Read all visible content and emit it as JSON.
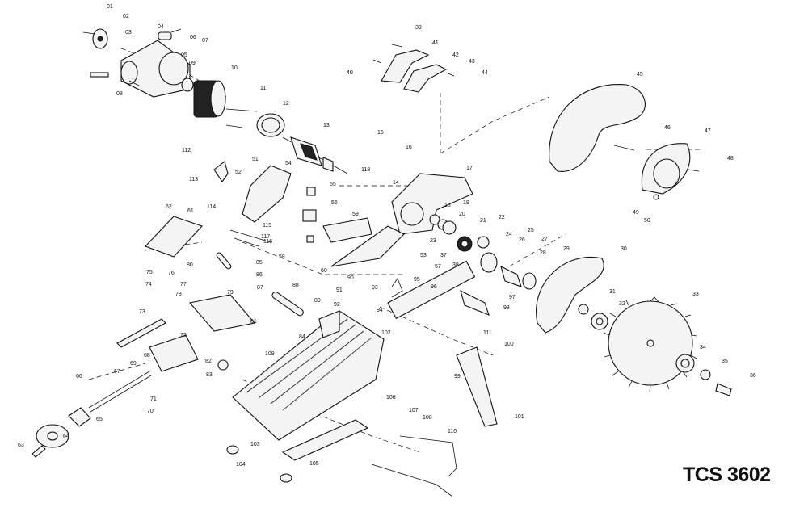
{
  "model_title": "TCS 3602",
  "part_numbers": [
    "01",
    "02",
    "03",
    "04",
    "05",
    "06",
    "07",
    "08",
    "09",
    "10",
    "11",
    "12",
    "13",
    "14",
    "15",
    "16",
    "17",
    "18",
    "19",
    "20",
    "21",
    "22",
    "23",
    "24",
    "25",
    "26",
    "27",
    "28",
    "29",
    "30",
    "31",
    "32",
    "33",
    "34",
    "35",
    "36",
    "37",
    "38",
    "39",
    "40",
    "41",
    "42",
    "43",
    "44",
    "45",
    "46",
    "47",
    "48",
    "49",
    "50",
    "51",
    "52",
    "53",
    "54",
    "55",
    "56",
    "57",
    "58",
    "59",
    "60",
    "61",
    "62",
    "63",
    "64",
    "65",
    "66",
    "67",
    "68",
    "69",
    "70",
    "71",
    "72",
    "73",
    "74",
    "75",
    "76",
    "77",
    "78",
    "79",
    "80",
    "81",
    "82",
    "83",
    "84",
    "85",
    "86",
    "87",
    "88",
    "89",
    "90",
    "91",
    "92",
    "93",
    "94",
    "95",
    "96",
    "97",
    "98",
    "99",
    "100",
    "101",
    "102",
    "103",
    "104",
    "105",
    "106",
    "107",
    "108",
    "109",
    "110",
    "111",
    "112",
    "113",
    "114",
    "115",
    "116",
    "117",
    "118"
  ]
}
